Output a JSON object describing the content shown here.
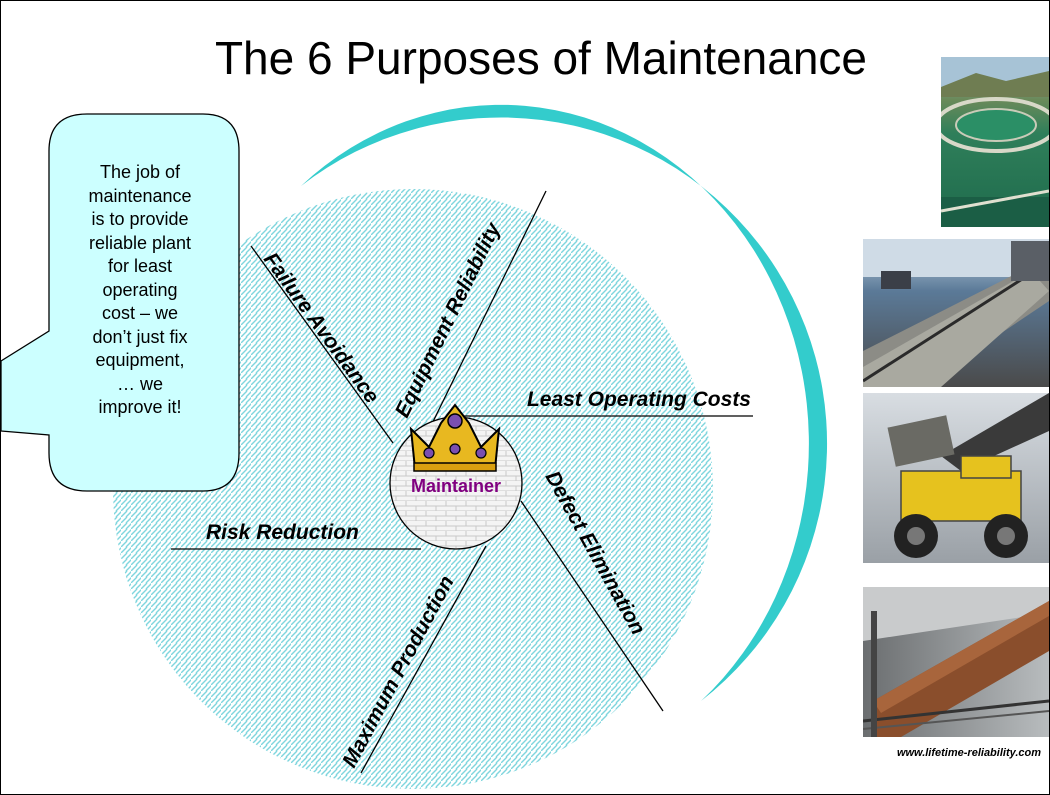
{
  "title": "The 6 Purposes of Maintenance",
  "callout": {
    "lines": [
      "The job of",
      "maintenance",
      "is to provide",
      "reliable plant",
      "for least",
      "operating",
      "cost – we",
      "don’t just fix",
      "equipment,",
      "… we",
      "improve it!"
    ]
  },
  "center": {
    "label": "Maintainer",
    "icon": "crown-icon"
  },
  "segments": {
    "failure_avoidance": "Failure Avoidance",
    "equipment_reliability": "Equipment Reliability",
    "least_operating_costs": "Least Operating Costs",
    "defect_elimination": "Defect Elimination",
    "maximum_production": "Maximum Production",
    "risk_reduction": "Risk Reduction"
  },
  "photos": [
    {
      "name": "settling-tank-photo"
    },
    {
      "name": "conveyor-belt-photo"
    },
    {
      "name": "mining-truck-photo"
    },
    {
      "name": "rotary-kiln-photo"
    }
  ],
  "credit": "www.lifetime-reliability.com",
  "colors": {
    "crescent": "#33cccc",
    "hatch": "#80d8e0",
    "center_label": "#800080",
    "callout_fill": "#ccffff"
  }
}
